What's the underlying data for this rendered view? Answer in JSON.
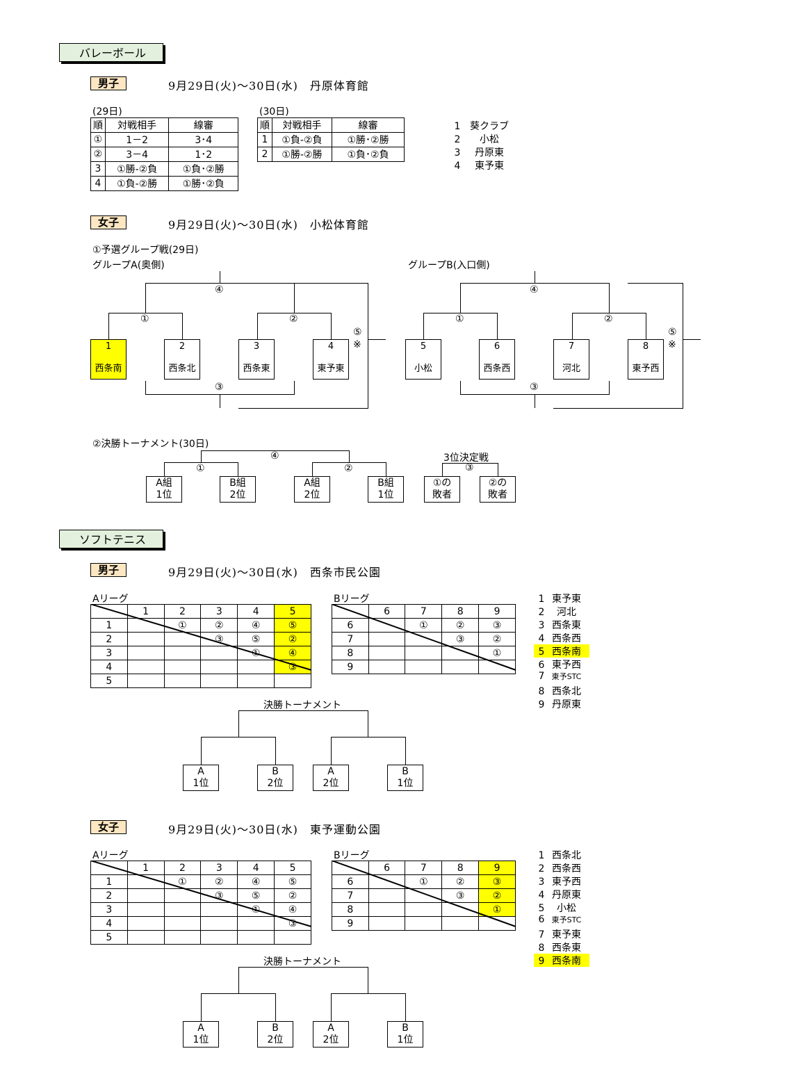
{
  "volleyball": {
    "section_title": "バレーボール",
    "men": {
      "tag": "男子",
      "date": "9月29日(火)～30日(水)　丹原体育館",
      "day1_label": "(29日)",
      "day1_headers": [
        "順",
        "対戦相手",
        "線審"
      ],
      "day1_rows": [
        [
          "①",
          "1－2",
          "3･4"
        ],
        [
          "②",
          "3－4",
          "1･2"
        ],
        [
          "3",
          "①勝-②負",
          "①負･②勝"
        ],
        [
          "4",
          "①負-②勝",
          "①勝･②負"
        ]
      ],
      "day2_label": "(30日)",
      "day2_headers": [
        "順",
        "対戦相手",
        "線審"
      ],
      "day2_rows": [
        [
          "1",
          "①負-②負",
          "①勝･②勝"
        ],
        [
          "2",
          "①勝-②勝",
          "①負･②負"
        ]
      ],
      "teams": [
        [
          "1",
          "葵クラブ"
        ],
        [
          "2",
          "小松"
        ],
        [
          "3",
          "丹原東"
        ],
        [
          "4",
          "東予東"
        ]
      ]
    },
    "women": {
      "tag": "女子",
      "date": "9月29日(火)～30日(水)　小松体育館",
      "prelim_title": "①予選グループ戦(29日)",
      "groupA_title": "グループA(奥側)",
      "groupB_title": "グループB(入口側)",
      "groupA_teams": [
        [
          "1",
          "西条南"
        ],
        [
          "2",
          "西条北"
        ],
        [
          "3",
          "西条東"
        ],
        [
          "4",
          "東予東"
        ]
      ],
      "groupB_teams": [
        [
          "5",
          "小松"
        ],
        [
          "6",
          "西条西"
        ],
        [
          "7",
          "河北"
        ],
        [
          "8",
          "東予西"
        ]
      ],
      "match_marks": {
        "m1": "①",
        "m2": "②",
        "m3": "③",
        "m4": "④",
        "m5": "⑤",
        "note": "※"
      },
      "final_title": "②決勝トーナメント(30日)",
      "final_boxes": [
        [
          "A組",
          "1位"
        ],
        [
          "B組",
          "2位"
        ],
        [
          "A組",
          "2位"
        ],
        [
          "B組",
          "1位"
        ]
      ],
      "third_title": "3位決定戦",
      "third_boxes": [
        [
          "①の",
          "敗者"
        ],
        [
          "②の",
          "敗者"
        ]
      ]
    }
  },
  "soft_tennis": {
    "section_title": "ソフトテニス",
    "men": {
      "tag": "男子",
      "date": "9月29日(火)～30日(水)　西条市民公園",
      "leagueA_title": "Aリーグ",
      "leagueA_cols": [
        "1",
        "2",
        "3",
        "4",
        "5"
      ],
      "leagueA_rows": [
        [
          "1",
          "",
          "①",
          "②",
          "④",
          "⑤"
        ],
        [
          "2",
          "",
          "",
          "③",
          "⑤",
          "②"
        ],
        [
          "3",
          "",
          "",
          "",
          "①",
          "④"
        ],
        [
          "4",
          "",
          "",
          "",
          "",
          "③"
        ],
        [
          "5",
          "",
          "",
          "",
          "",
          ""
        ]
      ],
      "leagueB_title": "Bリーグ",
      "leagueB_cols": [
        "6",
        "7",
        "8",
        "9"
      ],
      "leagueB_rows": [
        [
          "6",
          "",
          "①",
          "②",
          "③"
        ],
        [
          "7",
          "",
          "",
          "③",
          "②"
        ],
        [
          "8",
          "",
          "",
          "",
          "①"
        ],
        [
          "9",
          "",
          "",
          "",
          ""
        ]
      ],
      "teams": [
        [
          "1",
          "東予東"
        ],
        [
          "2",
          "河北"
        ],
        [
          "3",
          "西条東"
        ],
        [
          "4",
          "西条西"
        ],
        [
          "5",
          "西条南"
        ],
        [
          "6",
          "東予西"
        ],
        [
          "7",
          "東予STC"
        ],
        [
          "8",
          "西条北"
        ],
        [
          "9",
          "丹原東"
        ]
      ],
      "final_title": "決勝トーナメント",
      "final_boxes": [
        [
          "A",
          "1位"
        ],
        [
          "B",
          "2位"
        ],
        [
          "A",
          "2位"
        ],
        [
          "B",
          "1位"
        ]
      ]
    },
    "women": {
      "tag": "女子",
      "date": "9月29日(火)～30日(水)　東予運動公園",
      "leagueA_title": "Aリーグ",
      "leagueA_cols": [
        "1",
        "2",
        "3",
        "4",
        "5"
      ],
      "leagueA_rows": [
        [
          "1",
          "",
          "①",
          "②",
          "④",
          "⑤"
        ],
        [
          "2",
          "",
          "",
          "③",
          "⑤",
          "②"
        ],
        [
          "3",
          "",
          "",
          "",
          "①",
          "④"
        ],
        [
          "4",
          "",
          "",
          "",
          "",
          "③"
        ],
        [
          "5",
          "",
          "",
          "",
          "",
          ""
        ]
      ],
      "leagueB_title": "Bリーグ",
      "leagueB_cols": [
        "6",
        "7",
        "8",
        "9"
      ],
      "leagueB_rows": [
        [
          "6",
          "",
          "①",
          "②",
          "③"
        ],
        [
          "7",
          "",
          "",
          "③",
          "②"
        ],
        [
          "8",
          "",
          "",
          "",
          "①"
        ],
        [
          "9",
          "",
          "",
          "",
          ""
        ]
      ],
      "teams": [
        [
          "1",
          "西条北"
        ],
        [
          "2",
          "西条西"
        ],
        [
          "3",
          "東予西"
        ],
        [
          "4",
          "丹原東"
        ],
        [
          "5",
          "小松"
        ],
        [
          "6",
          "東予STC"
        ],
        [
          "7",
          "東予東"
        ],
        [
          "8",
          "西条東"
        ],
        [
          "9",
          "西条南"
        ]
      ],
      "final_title": "決勝トーナメント",
      "final_boxes": [
        [
          "A",
          "1位"
        ],
        [
          "B",
          "2位"
        ],
        [
          "A",
          "2位"
        ],
        [
          "B",
          "1位"
        ]
      ]
    }
  },
  "colors": {
    "highlight": "#ffff00",
    "section_bg": "#e3f0dd",
    "tag_bg": "#fde7c3"
  }
}
